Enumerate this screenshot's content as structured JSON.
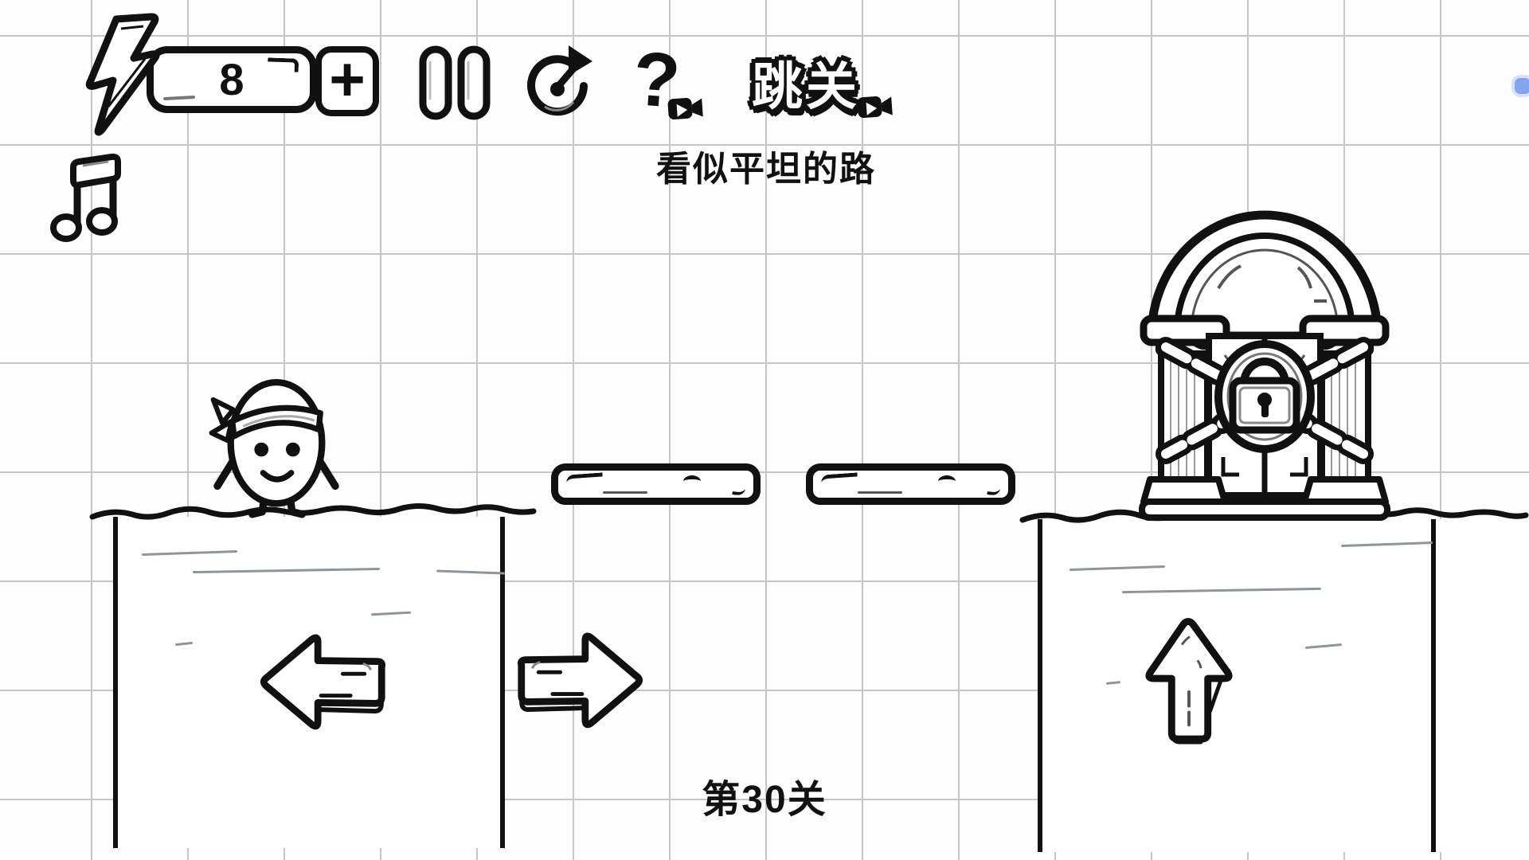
{
  "colors": {
    "ink": "#111111",
    "paper": "#fdfdfd",
    "grid_line": "#c6c6c6",
    "sketch_gray": "#8f9598",
    "blue_artifact": "#84a4f0"
  },
  "hud": {
    "energy_count": "8",
    "add_button_label": "+",
    "hint_label": "?",
    "skip_label": "跳关",
    "icons": {
      "energy": "lightning-icon",
      "add": "plus-icon",
      "pause": "pause-icon",
      "restart": "restart-icon",
      "hint_video": "video-camera-icon",
      "skip_video": "video-camera-icon",
      "music": "music-note-icon"
    }
  },
  "level": {
    "title": "看似平坦的路",
    "number": "第30关"
  },
  "game": {
    "character": "bandana-egg-character",
    "goal": "chained-locked-arch-door",
    "controls": [
      "left-arrow-button",
      "right-arrow-button",
      "up-arrow-button"
    ],
    "platforms": [
      "left-ground-block",
      "float-bar-1",
      "float-bar-2",
      "right-ground-block"
    ]
  }
}
